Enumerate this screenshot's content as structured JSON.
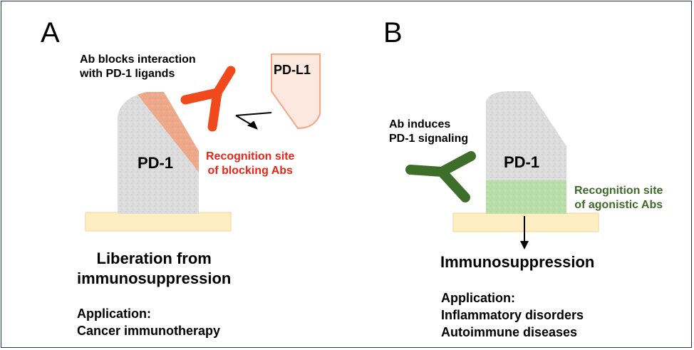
{
  "panel_a": {
    "letter": "A",
    "ab_caption_line1": "Ab blocks interaction",
    "ab_caption_line2": "with PD-1 ligands",
    "ligand_label": "PD-L1",
    "receptor_label": "PD-1",
    "site_line1": "Recognition site",
    "site_line2": "of blocking Abs",
    "outcome_line1": "Liberation from",
    "outcome_line2": "immunosuppression",
    "application_heading": "Application:",
    "application_item1": "Cancer immunotherapy",
    "site_color": "#e8261a",
    "antibody_color": "#f04a1c"
  },
  "panel_b": {
    "letter": "B",
    "ab_caption_line1": "Ab induces",
    "ab_caption_line2": "PD-1 signaling",
    "receptor_label": "PD-1",
    "site_line1": "Recognition site",
    "site_line2": "of agonistic Abs",
    "outcome": "Immunosuppression",
    "application_heading": "Application:",
    "application_item1": "Inflammatory disorders",
    "application_item2": "Autoimmune diseases",
    "site_color": "#3f6b2a",
    "antibody_color": "#3d6e2a"
  }
}
